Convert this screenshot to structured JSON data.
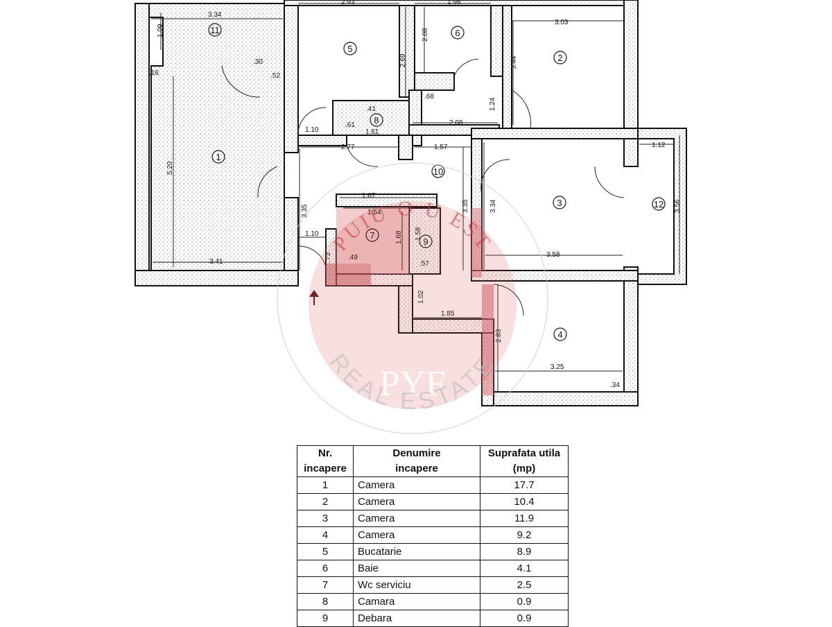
{
  "room_labels": [
    "1",
    "2",
    "3",
    "4",
    "5",
    "6",
    "7",
    "8",
    "9",
    "10",
    "11",
    "12"
  ],
  "dimensions": [
    "3.34",
    "1.09",
    "2.93",
    "2.69",
    "1.98",
    "2.08",
    "3.03",
    "3.44",
    ".52",
    ".16",
    ".30",
    "1.10",
    "5.20",
    "3.41",
    ".41",
    ".61",
    "1.61",
    "2.08",
    "1.24",
    "2.77",
    "1.57",
    ".68",
    "3.35",
    "1.67",
    "1.54",
    "1.68",
    "1.58",
    ".49",
    ".57",
    "3.35",
    "3.34",
    "3.58",
    "1.12",
    "3.56",
    "1.02",
    "1.85",
    "2.83",
    "3.25",
    ".34",
    "1.10",
    ".73"
  ],
  "watermark": {
    "top_text": "PUIU O U EST",
    "brand": "PYF",
    "bottom_text": "REAL ESTATE"
  },
  "table": {
    "headers": [
      {
        "line1": "Nr.",
        "line2": "incapere"
      },
      {
        "line1": "Denumire",
        "line2": "incapere"
      },
      {
        "line1": "Suprafata utila",
        "line2": "(mp)"
      }
    ],
    "rows": [
      {
        "nr": "1",
        "name": "Camera",
        "area": "17.7"
      },
      {
        "nr": "2",
        "name": "Camera",
        "area": "10.4"
      },
      {
        "nr": "3",
        "name": "Camera",
        "area": "11.9"
      },
      {
        "nr": "4",
        "name": "Camera",
        "area": "9.2"
      },
      {
        "nr": "5",
        "name": "Bucatarie",
        "area": "8.9"
      },
      {
        "nr": "6",
        "name": "Baie",
        "area": "4.1"
      },
      {
        "nr": "7",
        "name": "Wc serviciu",
        "area": "2.5"
      },
      {
        "nr": "8",
        "name": "Camara",
        "area": "0.9"
      },
      {
        "nr": "9",
        "name": "Debara",
        "area": "0.9"
      }
    ]
  },
  "colors": {
    "watermark": "#c0393b",
    "lines": "#111111"
  }
}
